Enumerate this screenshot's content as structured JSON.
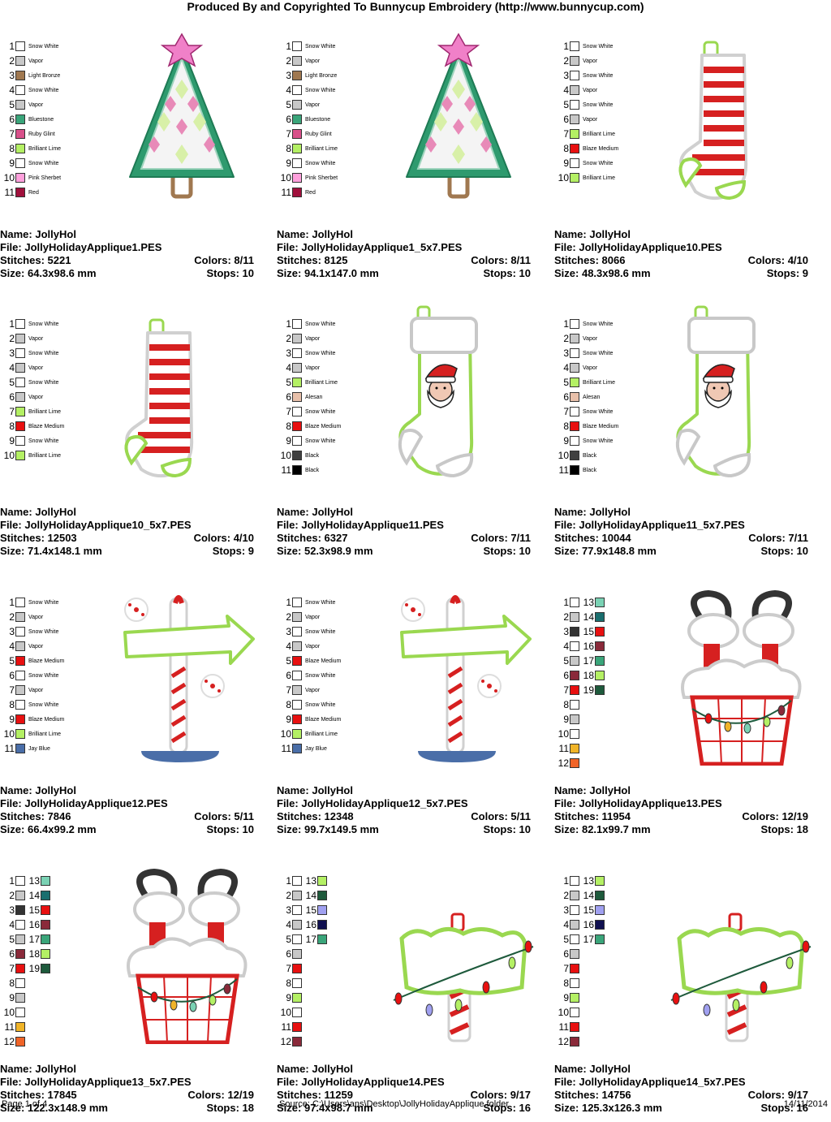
{
  "header": "Produced By and Copyrighted To Bunnycup Embroidery (http://www.bunnycup.com)",
  "labels": {
    "name": "Name: ",
    "file": "File: ",
    "stitches": "Stitches: ",
    "colors": "Colors: ",
    "size": "Size: ",
    "stops": "Stops: "
  },
  "footer": {
    "page": "Page 1 of 4",
    "source": "Source: C:\\Users\\ans\\Desktop\\JollyHolidayApplique folder",
    "date": "14/11/2014"
  },
  "designs": [
    {
      "art": "tree",
      "name": "JollyHol",
      "file": "JollyHolidayApplique1.PES",
      "stitches": "5221",
      "colors": "8/11",
      "size": "64.3x98.6 mm",
      "stops": "10",
      "legend": [
        [
          "1",
          "#ffffff",
          "Snow White"
        ],
        [
          "2",
          "#c8c8c8",
          "Vapor"
        ],
        [
          "3",
          "#a07850",
          "Light Bronze"
        ],
        [
          "4",
          "#ffffff",
          "Snow White"
        ],
        [
          "5",
          "#c8c8c8",
          "Vapor"
        ],
        [
          "6",
          "#3aa57a",
          "Bluestone"
        ],
        [
          "7",
          "#d8508a",
          "Ruby Glint"
        ],
        [
          "8",
          "#b4f064",
          "Brilliant Lime"
        ],
        [
          "9",
          "#ffffff",
          "Snow White"
        ],
        [
          "10",
          "#ffa0dc",
          "Pink Sherbet"
        ],
        [
          "11",
          "#a0103c",
          "Red"
        ]
      ]
    },
    {
      "art": "tree",
      "name": "JollyHol",
      "file": "JollyHolidayApplique1_5x7.PES",
      "stitches": "8125",
      "colors": "8/11",
      "size": "94.1x147.0 mm",
      "stops": "10",
      "legend": [
        [
          "1",
          "#ffffff",
          "Snow White"
        ],
        [
          "2",
          "#c8c8c8",
          "Vapor"
        ],
        [
          "3",
          "#a07850",
          "Light Bronze"
        ],
        [
          "4",
          "#ffffff",
          "Snow White"
        ],
        [
          "5",
          "#c8c8c8",
          "Vapor"
        ],
        [
          "6",
          "#3aa57a",
          "Bluestone"
        ],
        [
          "7",
          "#d8508a",
          "Ruby Glint"
        ],
        [
          "8",
          "#b4f064",
          "Brilliant Lime"
        ],
        [
          "9",
          "#ffffff",
          "Snow White"
        ],
        [
          "10",
          "#ffa0dc",
          "Pink Sherbet"
        ],
        [
          "11",
          "#a0103c",
          "Red"
        ]
      ]
    },
    {
      "art": "stocking",
      "name": "JollyHol",
      "file": "JollyHolidayApplique10.PES",
      "stitches": "8066",
      "colors": "4/10",
      "size": "48.3x98.6 mm",
      "stops": "9",
      "legend": [
        [
          "1",
          "#ffffff",
          "Snow White"
        ],
        [
          "2",
          "#c8c8c8",
          "Vapor"
        ],
        [
          "3",
          "#ffffff",
          "Snow White"
        ],
        [
          "4",
          "#c8c8c8",
          "Vapor"
        ],
        [
          "5",
          "#ffffff",
          "Snow White"
        ],
        [
          "6",
          "#c8c8c8",
          "Vapor"
        ],
        [
          "7",
          "#b4f064",
          "Brilliant Lime"
        ],
        [
          "8",
          "#e81010",
          "Blaze Medium"
        ],
        [
          "9",
          "#ffffff",
          "Snow White"
        ],
        [
          "10",
          "#b4f064",
          "Brilliant Lime"
        ]
      ]
    },
    {
      "art": "stocking",
      "name": "JollyHol",
      "file": "JollyHolidayApplique10_5x7.PES",
      "stitches": "12503",
      "colors": "4/10",
      "size": "71.4x148.1 mm",
      "stops": "9",
      "legend": [
        [
          "1",
          "#ffffff",
          "Snow White"
        ],
        [
          "2",
          "#c8c8c8",
          "Vapor"
        ],
        [
          "3",
          "#ffffff",
          "Snow White"
        ],
        [
          "4",
          "#c8c8c8",
          "Vapor"
        ],
        [
          "5",
          "#ffffff",
          "Snow White"
        ],
        [
          "6",
          "#c8c8c8",
          "Vapor"
        ],
        [
          "7",
          "#b4f064",
          "Brilliant Lime"
        ],
        [
          "8",
          "#e81010",
          "Blaze Medium"
        ],
        [
          "9",
          "#ffffff",
          "Snow White"
        ],
        [
          "10",
          "#b4f064",
          "Brilliant Lime"
        ]
      ]
    },
    {
      "art": "santa",
      "name": "JollyHol",
      "file": "JollyHolidayApplique11.PES",
      "stitches": "6327",
      "colors": "7/11",
      "size": "52.3x98.9 mm",
      "stops": "10",
      "legend": [
        [
          "1",
          "#ffffff",
          "Snow White"
        ],
        [
          "2",
          "#c8c8c8",
          "Vapor"
        ],
        [
          "3",
          "#ffffff",
          "Snow White"
        ],
        [
          "4",
          "#c8c8c8",
          "Vapor"
        ],
        [
          "5",
          "#b4f064",
          "Brilliant Lime"
        ],
        [
          "6",
          "#e8c0aa",
          "Alesan"
        ],
        [
          "7",
          "#ffffff",
          "Snow White"
        ],
        [
          "8",
          "#e81010",
          "Blaze Medium"
        ],
        [
          "9",
          "#ffffff",
          "Snow White"
        ],
        [
          "10",
          "#404040",
          "Black"
        ],
        [
          "11",
          "#000000",
          "Black"
        ]
      ]
    },
    {
      "art": "santa",
      "name": "JollyHol",
      "file": "JollyHolidayApplique11_5x7.PES",
      "stitches": "10044",
      "colors": "7/11",
      "size": "77.9x148.8 mm",
      "stops": "10",
      "legend": [
        [
          "1",
          "#ffffff",
          "Snow White"
        ],
        [
          "2",
          "#c8c8c8",
          "Vapor"
        ],
        [
          "3",
          "#ffffff",
          "Snow White"
        ],
        [
          "4",
          "#c8c8c8",
          "Vapor"
        ],
        [
          "5",
          "#b4f064",
          "Brilliant Lime"
        ],
        [
          "6",
          "#e8c0aa",
          "Alesan"
        ],
        [
          "7",
          "#ffffff",
          "Snow White"
        ],
        [
          "8",
          "#e81010",
          "Blaze Medium"
        ],
        [
          "9",
          "#ffffff",
          "Snow White"
        ],
        [
          "10",
          "#404040",
          "Black"
        ],
        [
          "11",
          "#000000",
          "Black"
        ]
      ]
    },
    {
      "art": "pole",
      "name": "JollyHol",
      "file": "JollyHolidayApplique12.PES",
      "stitches": "7846",
      "colors": "5/11",
      "size": "66.4x99.2 mm",
      "stops": "10",
      "legend": [
        [
          "1",
          "#ffffff",
          "Snow White"
        ],
        [
          "2",
          "#c8c8c8",
          "Vapor"
        ],
        [
          "3",
          "#ffffff",
          "Snow White"
        ],
        [
          "4",
          "#c8c8c8",
          "Vapor"
        ],
        [
          "5",
          "#e81010",
          "Blaze Medium"
        ],
        [
          "6",
          "#ffffff",
          "Snow White"
        ],
        [
          "7",
          "#c8c8c8",
          "Vapor"
        ],
        [
          "8",
          "#ffffff",
          "Snow White"
        ],
        [
          "9",
          "#e81010",
          "Blaze Medium"
        ],
        [
          "10",
          "#b4f064",
          "Brilliant Lime"
        ],
        [
          "11",
          "#4a6ea8",
          "Jay Blue"
        ]
      ]
    },
    {
      "art": "pole",
      "name": "JollyHol",
      "file": "JollyHolidayApplique12_5x7.PES",
      "stitches": "12348",
      "colors": "5/11",
      "size": "99.7x149.5 mm",
      "stops": "10",
      "legend": [
        [
          "1",
          "#ffffff",
          "Snow White"
        ],
        [
          "2",
          "#c8c8c8",
          "Vapor"
        ],
        [
          "3",
          "#ffffff",
          "Snow White"
        ],
        [
          "4",
          "#c8c8c8",
          "Vapor"
        ],
        [
          "5",
          "#e81010",
          "Blaze Medium"
        ],
        [
          "6",
          "#ffffff",
          "Snow White"
        ],
        [
          "7",
          "#c8c8c8",
          "Vapor"
        ],
        [
          "8",
          "#ffffff",
          "Snow White"
        ],
        [
          "9",
          "#e81010",
          "Blaze Medium"
        ],
        [
          "10",
          "#b4f064",
          "Brilliant Lime"
        ],
        [
          "11",
          "#4a6ea8",
          "Jay Blue"
        ]
      ]
    },
    {
      "art": "chimney",
      "name": "JollyHol",
      "file": "JollyHolidayApplique13.PES",
      "stitches": "11954",
      "colors": "12/19",
      "size": "82.1x99.7 mm",
      "stops": "18",
      "legend": [
        [
          "1",
          "#ffffff",
          ""
        ],
        [
          "2",
          "#c8c8c8",
          ""
        ],
        [
          "3",
          "#333333",
          ""
        ],
        [
          "4",
          "#ffffff",
          ""
        ],
        [
          "5",
          "#c8c8c8",
          ""
        ],
        [
          "6",
          "#8a2a3a",
          ""
        ],
        [
          "7",
          "#e81010",
          ""
        ],
        [
          "8",
          "#ffffff",
          ""
        ],
        [
          "9",
          "#c8c8c8",
          ""
        ],
        [
          "10",
          "#ffffff",
          ""
        ],
        [
          "11",
          "#f0b428",
          ""
        ],
        [
          "12",
          "#f06428",
          ""
        ]
      ],
      "legend2": [
        [
          "13",
          "#7ad2b4"
        ],
        [
          "14",
          "#1a6e6e"
        ],
        [
          "15",
          "#e81010"
        ],
        [
          "16",
          "#8a2a3a"
        ],
        [
          "17",
          "#3aa57a"
        ],
        [
          "18",
          "#b4f064"
        ],
        [
          "19",
          "#1e5a3c"
        ]
      ]
    },
    {
      "art": "chimney",
      "name": "JollyHol",
      "file": "JollyHolidayApplique13_5x7.PES",
      "stitches": "17845",
      "colors": "12/19",
      "size": "122.3x148.9 mm",
      "stops": "18",
      "legend": [
        [
          "1",
          "#ffffff",
          ""
        ],
        [
          "2",
          "#c8c8c8",
          ""
        ],
        [
          "3",
          "#333333",
          ""
        ],
        [
          "4",
          "#ffffff",
          ""
        ],
        [
          "5",
          "#c8c8c8",
          ""
        ],
        [
          "6",
          "#8a2a3a",
          ""
        ],
        [
          "7",
          "#e81010",
          ""
        ],
        [
          "8",
          "#ffffff",
          ""
        ],
        [
          "9",
          "#c8c8c8",
          ""
        ],
        [
          "10",
          "#ffffff",
          ""
        ],
        [
          "11",
          "#f0b428",
          ""
        ],
        [
          "12",
          "#f06428",
          ""
        ]
      ],
      "legend2": [
        [
          "13",
          "#7ad2b4"
        ],
        [
          "14",
          "#1a6e6e"
        ],
        [
          "15",
          "#e81010"
        ],
        [
          "16",
          "#8a2a3a"
        ],
        [
          "17",
          "#3aa57a"
        ],
        [
          "18",
          "#b4f064"
        ],
        [
          "19",
          "#1e5a3c"
        ]
      ]
    },
    {
      "art": "sign",
      "name": "JollyHol",
      "file": "JollyHolidayApplique14.PES",
      "stitches": "11259",
      "colors": "9/17",
      "size": "97.4x98.7 mm",
      "stops": "16",
      "legend": [
        [
          "1",
          "#ffffff",
          ""
        ],
        [
          "2",
          "#c8c8c8",
          ""
        ],
        [
          "3",
          "#ffffff",
          ""
        ],
        [
          "4",
          "#c8c8c8",
          ""
        ],
        [
          "5",
          "#ffffff",
          ""
        ],
        [
          "6",
          "#c8c8c8",
          ""
        ],
        [
          "7",
          "#e81010",
          ""
        ],
        [
          "8",
          "#ffffff",
          ""
        ],
        [
          "9",
          "#b4f064",
          ""
        ],
        [
          "10",
          "#ffffff",
          ""
        ],
        [
          "11",
          "#e81010",
          ""
        ],
        [
          "12",
          "#8a2a3a",
          ""
        ]
      ],
      "legend2": [
        [
          "13",
          "#b4f064"
        ],
        [
          "14",
          "#1e5a3c"
        ],
        [
          "15",
          "#a0a0f0"
        ],
        [
          "16",
          "#101050"
        ],
        [
          "17",
          "#3aa57a"
        ]
      ]
    },
    {
      "art": "sign",
      "name": "JollyHol",
      "file": "JollyHolidayApplique14_5x7.PES",
      "stitches": "14756",
      "colors": "9/17",
      "size": "125.3x126.3 mm",
      "stops": "16",
      "legend": [
        [
          "1",
          "#ffffff",
          ""
        ],
        [
          "2",
          "#c8c8c8",
          ""
        ],
        [
          "3",
          "#ffffff",
          ""
        ],
        [
          "4",
          "#c8c8c8",
          ""
        ],
        [
          "5",
          "#ffffff",
          ""
        ],
        [
          "6",
          "#c8c8c8",
          ""
        ],
        [
          "7",
          "#e81010",
          ""
        ],
        [
          "8",
          "#ffffff",
          ""
        ],
        [
          "9",
          "#b4f064",
          ""
        ],
        [
          "10",
          "#ffffff",
          ""
        ],
        [
          "11",
          "#e81010",
          ""
        ],
        [
          "12",
          "#8a2a3a",
          ""
        ]
      ],
      "legend2": [
        [
          "13",
          "#b4f064"
        ],
        [
          "14",
          "#1e5a3c"
        ],
        [
          "15",
          "#a0a0f0"
        ],
        [
          "16",
          "#101050"
        ],
        [
          "17",
          "#3aa57a"
        ]
      ]
    }
  ]
}
